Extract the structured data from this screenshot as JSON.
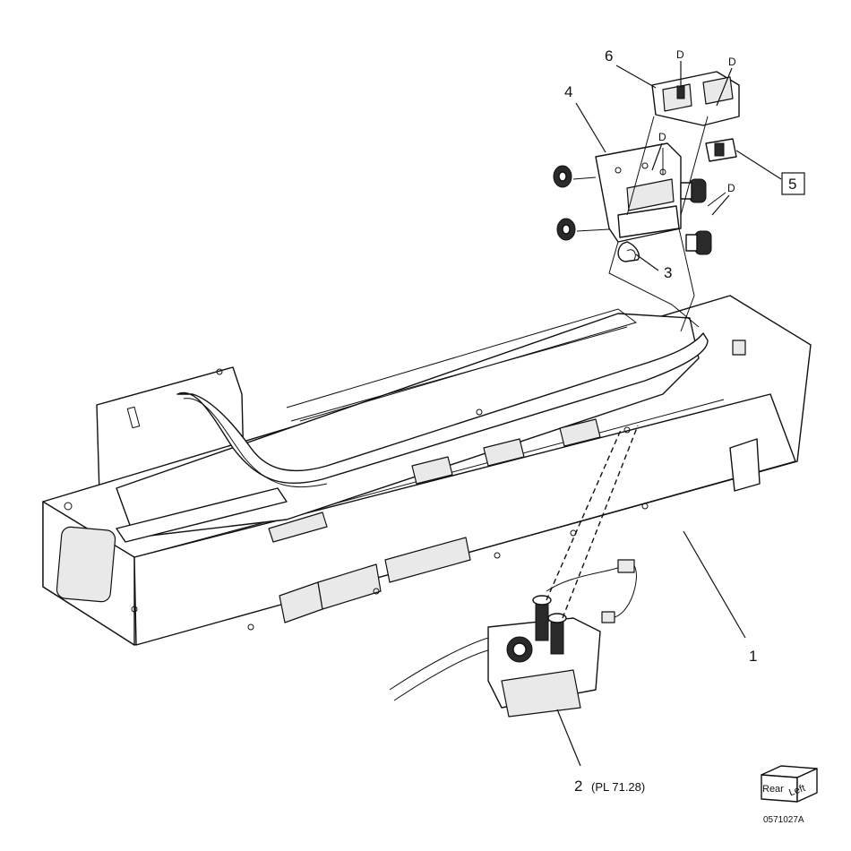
{
  "callouts": {
    "item1": "1",
    "item2": "2",
    "item2_ref": "(PL 71.28)",
    "item3": "3",
    "item4": "4",
    "item5": "5",
    "item6": "6"
  },
  "d_labels": [
    "D",
    "D",
    "D",
    "D"
  ],
  "orientation": {
    "rear": "Rear",
    "left": "Left"
  },
  "figure_id": "0571027A"
}
